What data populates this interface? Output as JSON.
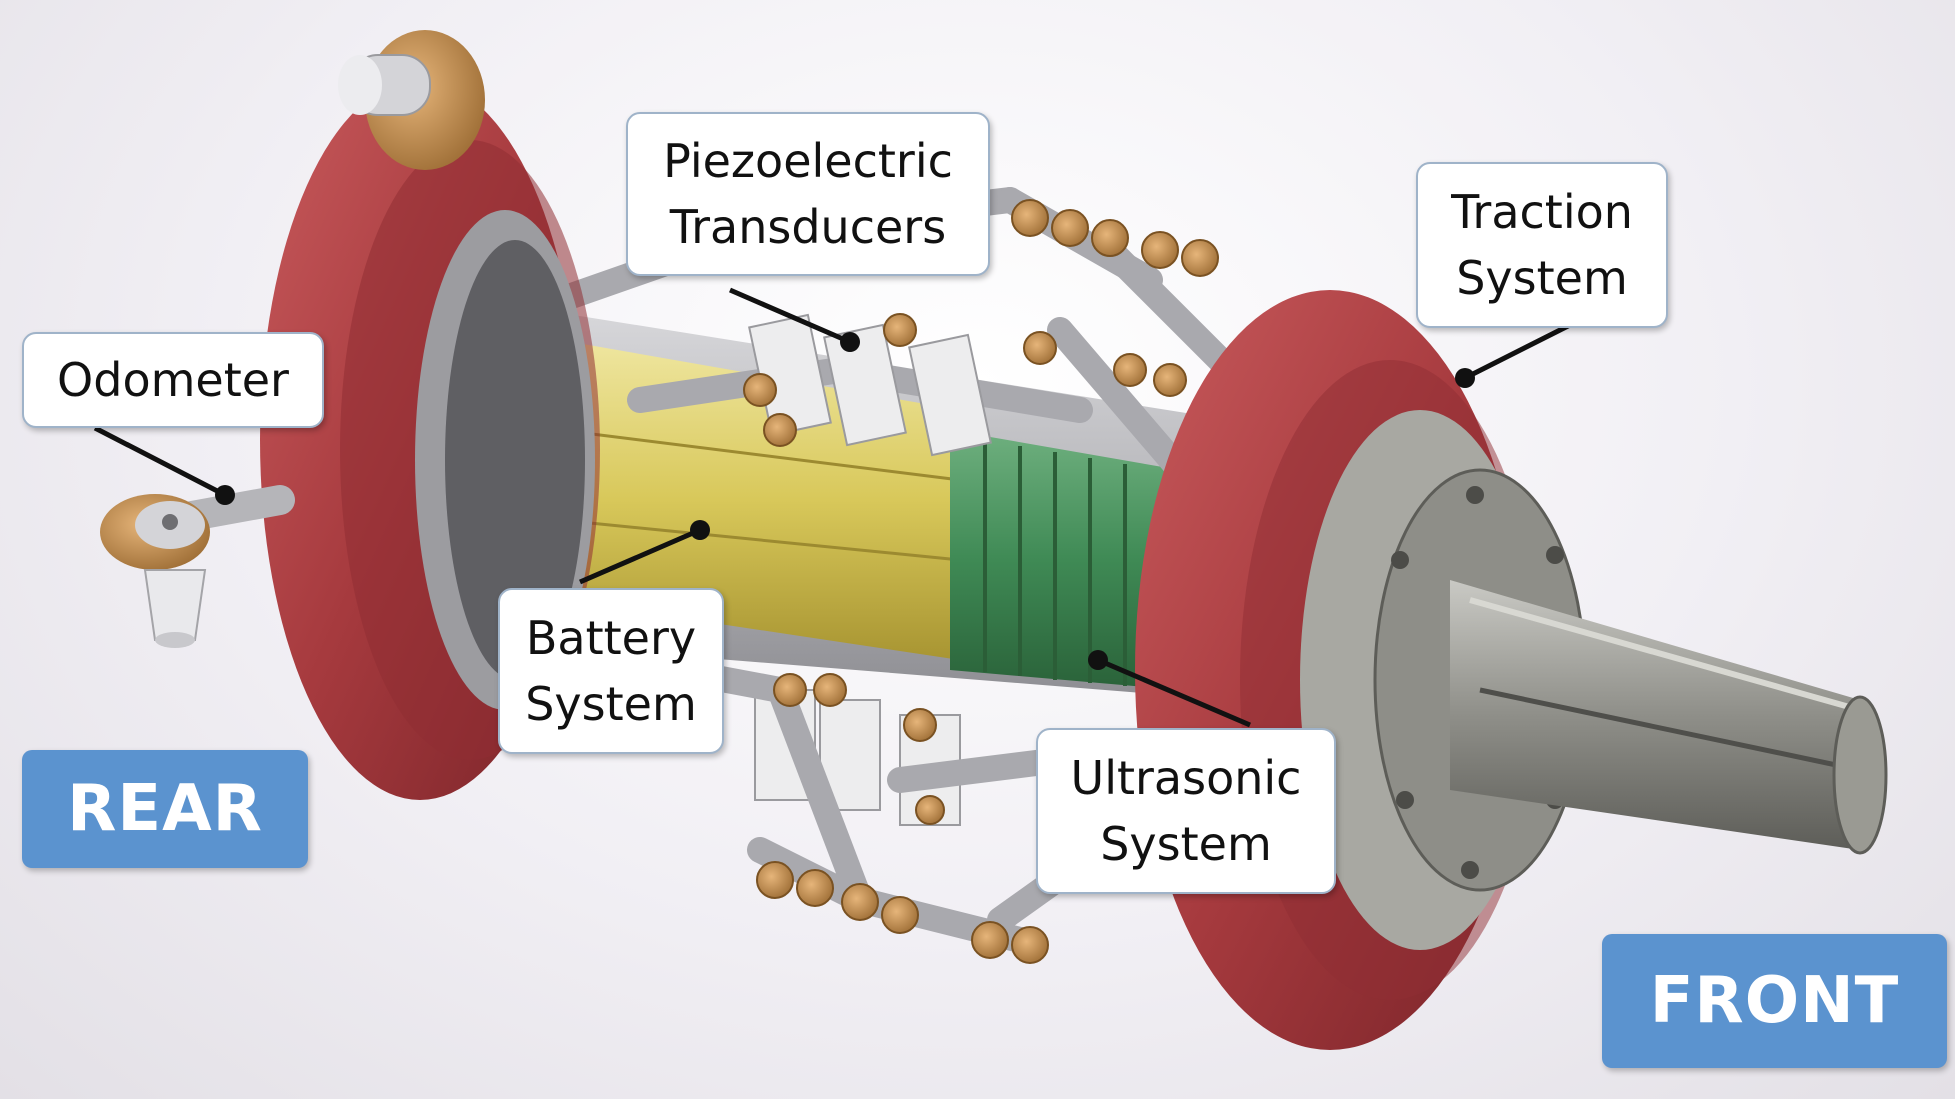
{
  "labels": {
    "piezo": [
      "Piezoelectric",
      "Transducers"
    ],
    "traction": [
      "Traction",
      "System"
    ],
    "odometer": [
      "Odometer"
    ],
    "battery": [
      "Battery",
      "System"
    ],
    "ultrasonic": [
      "Ultrasonic",
      "System"
    ]
  },
  "directions": {
    "rear": "REAR",
    "front": "FRONT"
  },
  "colors": {
    "wheel": "#a63a3e",
    "battery": "#d8c85a",
    "ultrasonic": "#3f8a55",
    "metal": "#c9c9cc",
    "bronze": "#c08a4a",
    "direction_tag": "#5b93cf",
    "callout_border": "#9fb3c9"
  }
}
